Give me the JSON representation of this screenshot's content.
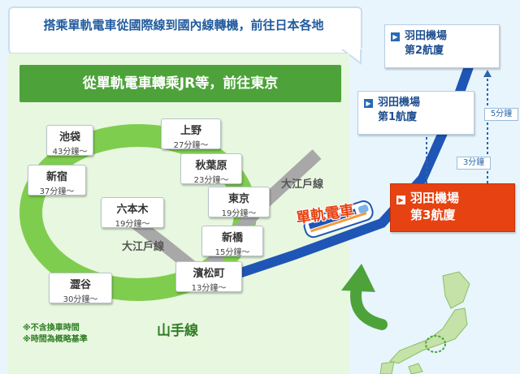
{
  "header_text": "搭乘單軌電車從國際線到國內線轉機，前往日本各地",
  "panel_title": "從單軌電車轉乘JR等，前往東京",
  "stations": [
    {
      "name": "池袋",
      "time": "43分鐘～"
    },
    {
      "name": "上野",
      "time": "27分鐘～"
    },
    {
      "name": "新宿",
      "time": "37分鐘～"
    },
    {
      "name": "秋葉原",
      "time": "23分鐘～"
    },
    {
      "name": "六本木",
      "time": "19分鐘～"
    },
    {
      "name": "東京",
      "time": "19分鐘～"
    },
    {
      "name": "新橋",
      "time": "15分鐘～"
    },
    {
      "name": "澀谷",
      "time": "30分鐘～"
    },
    {
      "name": "濱松町",
      "time": "13分鐘～"
    }
  ],
  "lines": {
    "oedo_upper": "大江戶線",
    "oedo_lower": "大江戶線",
    "yamanote": "山手線",
    "monorail": "單軌電車"
  },
  "notes": [
    "※不含換車時間",
    "※時間為概略基準"
  ],
  "haneda": {
    "t2": {
      "line1": "羽田機場",
      "line2": "第2航廈"
    },
    "t1": {
      "line1": "羽田機場",
      "line2": "第1航廈"
    },
    "t3": {
      "line1": "羽田機場",
      "line2": "第3航廈"
    }
  },
  "transfer_times": {
    "to_t1": "3分鐘",
    "to_t2": "5分鐘"
  },
  "icon_arrow": "▶",
  "colors": {
    "green": "#4da33a",
    "monorail_blue": "#1f55b5",
    "terminal3": "#e64212",
    "light_blue": "#e8f5fd"
  }
}
